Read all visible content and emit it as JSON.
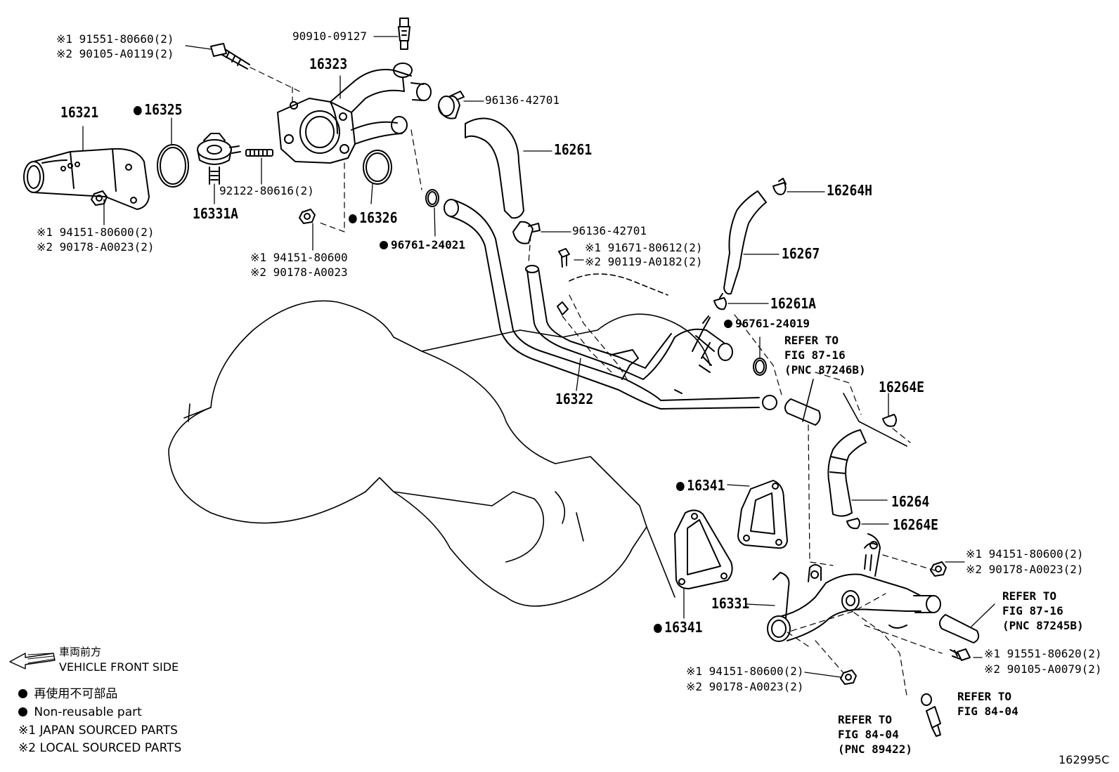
{
  "labels": {
    "top_bolt_1": "※1 91551-80660(2)",
    "top_bolt_2": "※2 90105-A0119(2)",
    "sensor_top": "90910-09127",
    "p16323": "16323",
    "p16321": "16321",
    "p16325": "16325",
    "clamp_a": "96136-42701",
    "p16261": "16261",
    "stud": "92122-80616(2)",
    "p16331A": "16331A",
    "p16326": "16326",
    "nut_left_1": "※1 94151-80600(2)",
    "nut_left_2": "※2 90178-A0023(2)",
    "nut_mid_1": "※1 94151-80600",
    "nut_mid_2": "※2 90178-A0023",
    "gasket_a": "96761-24021",
    "clamp_b": "96136-42701",
    "bolt_mid_1": "※1 91671-80612(2)",
    "bolt_mid_2": "※2 90119-A0182(2)",
    "p16264H": "16264H",
    "p16267": "16267",
    "p16261A": "16261A",
    "gasket_b": "96761-24019",
    "ref_a": "REFER TO\nFIG 87-16\n(PNC 87246B)",
    "p16322": "16322",
    "p16264E_a": "16264E",
    "p16264": "16264",
    "p16264E_b": "16264E",
    "p16341_a": "16341",
    "nut_right_1": "※1 94151-80600(2)",
    "nut_right_2": "※2 90178-A0023(2)",
    "ref_b": "REFER TO\nFIG 87-16\n(PNC 87245B)",
    "p16331": "16331",
    "p16341_b": "16341",
    "bolt_right_1": "※1 91551-80620(2)",
    "bolt_right_2": "※2 90105-A0079(2)",
    "nut_bottom_1": "※1 94151-80600(2)",
    "nut_bottom_2": "※2 90178-A0023(2)",
    "ref_c": "REFER TO\nFIG 84-04",
    "ref_d": "REFER TO\nFIG 84-04\n(PNC 89422)",
    "diagram_code": "162995C"
  },
  "legend": {
    "front_jp": "車両前方",
    "front_en": "VEHICLE FRONT SIDE",
    "nonreuse_jp": "再使用不可部品",
    "nonreuse_en": "Non-reusable part",
    "note1": "※1 JAPAN SOURCED PARTS",
    "note2": "※2 LOCAL SOURCED PARTS"
  }
}
